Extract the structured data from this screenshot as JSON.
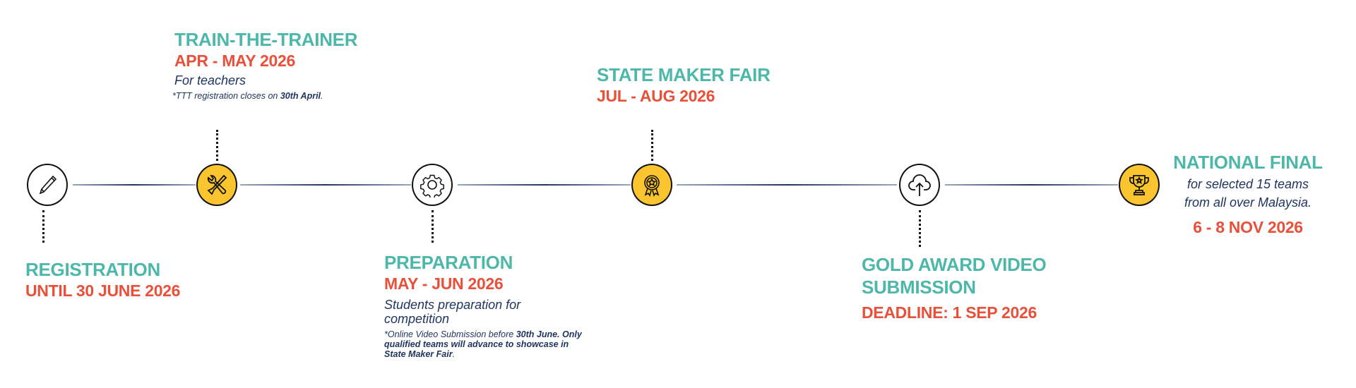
{
  "colors": {
    "title": "#4DB8AA",
    "date": "#E8503A",
    "text": "#1F3560",
    "highlight": "#F9C42D"
  },
  "milestones": [
    {
      "icon": "pencil-icon",
      "title": "REGISTRATION",
      "date": "UNTIL 30 JUNE 2026"
    },
    {
      "icon": "tools-icon",
      "title": "TRAIN-THE-TRAINER",
      "date": "APR - MAY 2026",
      "desc": "For teachers",
      "note_pre": "*TTT registration closes on ",
      "note_bold": "30th April",
      "note_post": "."
    },
    {
      "icon": "gear-icon",
      "title": "PREPARATION",
      "date": "MAY - JUN 2026",
      "desc": "Students preparation for competition",
      "note_pre": "*Online Video Submission before ",
      "note_bold": "30th June. Only qualified teams will advance to showcase in State Maker Fair",
      "note_post": "."
    },
    {
      "icon": "award-medal-icon",
      "title": "STATE MAKER FAIR",
      "date": "JUL - AUG 2026"
    },
    {
      "icon": "cloud-upload-icon",
      "title": "GOLD AWARD VIDEO SUBMISSION",
      "date": "DEADLINE: 1 SEP 2026"
    },
    {
      "icon": "trophy-icon",
      "title": "NATIONAL FINAL",
      "desc_line1": "for selected 15 teams",
      "desc_line2": "from all over Malaysia.",
      "date": "6 - 8 NOV 2026"
    }
  ]
}
